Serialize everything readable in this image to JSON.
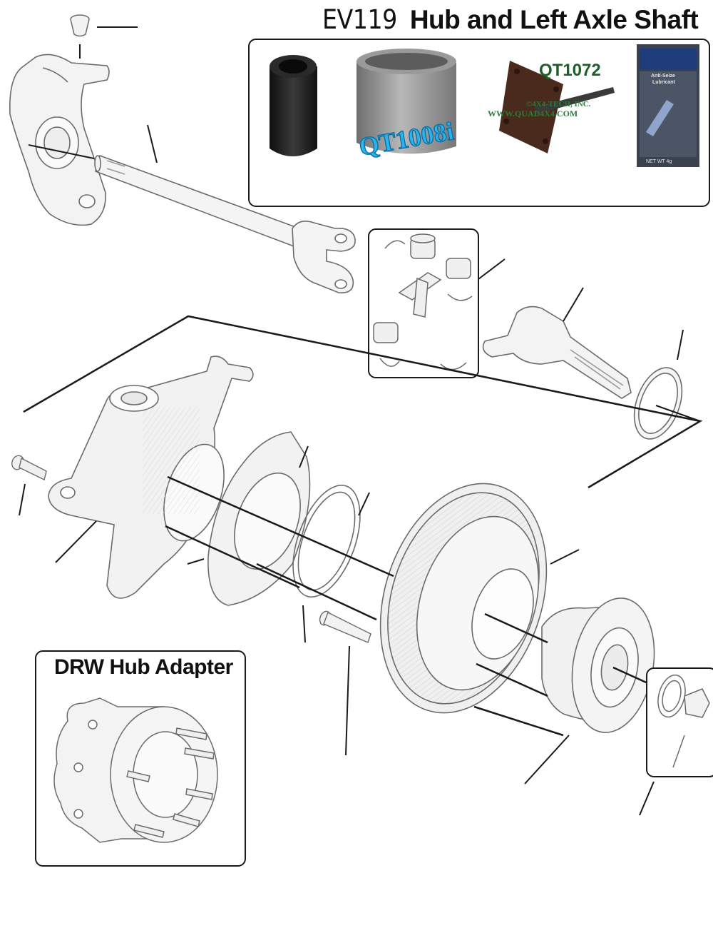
{
  "header": {
    "code": "EV119",
    "name": "Hub and Left Axle Shaft"
  },
  "tools_box": {
    "socket_label": "QT1008i",
    "puller_label": "QT1072",
    "puller_watermark_1": "©4X4-TECH, INC.",
    "puller_watermark_2": "WWW.QUAD4X4.COM",
    "packet_line_1": "Anti-Seize",
    "packet_line_2": "Lubricant",
    "packet_net": "NET WT 4g"
  },
  "drw_inset": {
    "title": "DRW Hub Adapter"
  },
  "colors": {
    "line": "#1a1a1a",
    "part_stroke": "#6b6b6b",
    "part_fill": "#f4f4f4",
    "socket": "#1c1c1c",
    "sleeve": "#8e8e8e",
    "label_blue": "#2ab4ea",
    "label_green": "#1e5e2a",
    "puller": "#4a2a1c",
    "packet": "#3a4250"
  }
}
